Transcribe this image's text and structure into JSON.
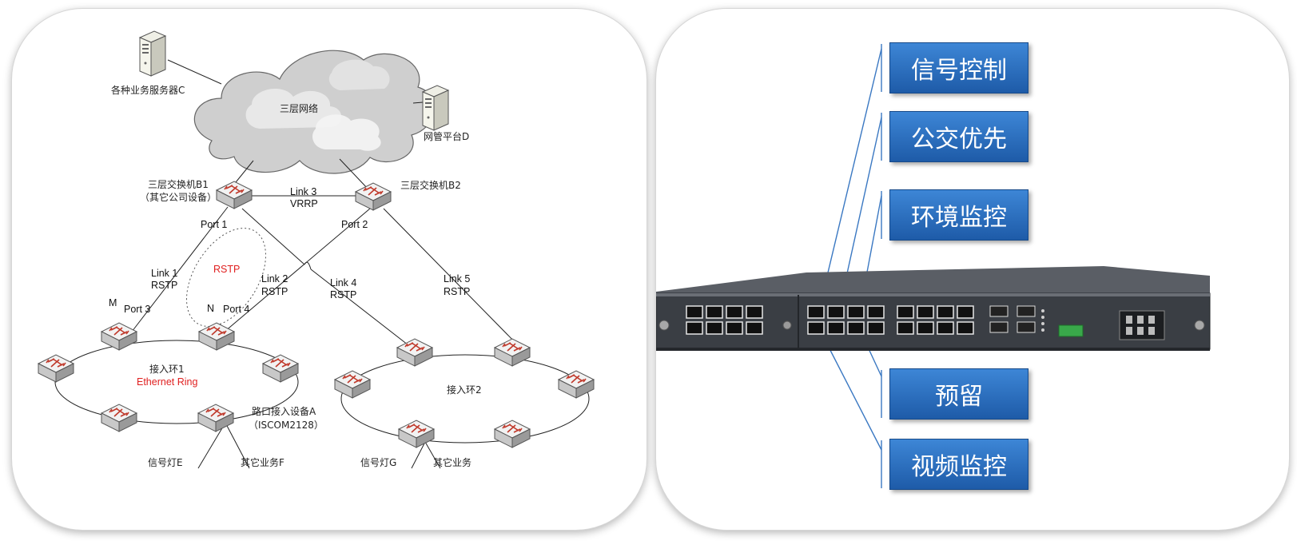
{
  "left_diagram": {
    "server_c_label": "各种业务服务器C",
    "cloud_label": "三层网络",
    "nms_d_label": "网管平台D",
    "switch_b1_label_1": "三层交换机B1",
    "switch_b1_label_2": "（其它公司设备）",
    "switch_b2_label": "三层交换机B2",
    "link3_label": "Link 3",
    "link3_proto": "VRRP",
    "port1_label": "Port 1",
    "port2_label": "Port 2",
    "rstp_label": "RSTP",
    "link1_label": "Link 1",
    "link1_proto": "RSTP",
    "link2_label": "Link 2",
    "link2_proto": "RSTP",
    "link4_label": "Link 4",
    "link4_proto": "RSTP",
    "link5_label": "Link 5",
    "link5_proto": "RSTP",
    "m_label": "M",
    "port3_label": "Port 3",
    "n_label": "N",
    "port4_label": "Port 4",
    "ring1_label": "接入环1",
    "ring1_sub": "Ethernet Ring",
    "ring2_label": "接入环2",
    "device_a_label_1": "路口接入设备A",
    "device_a_label_2": "（ISCOM2128）",
    "signal_e_label": "信号灯E",
    "other_f_label": "其它业务F",
    "signal_g_label": "信号灯G",
    "other_label": "其它业务"
  },
  "right_callouts": {
    "signal_control": "信号控制",
    "bus_priority": "公交优先",
    "env_monitor": "环境监控",
    "reserved": "预留",
    "video_monitor": "视频监控"
  },
  "colors": {
    "callout_top": "#3d86d6",
    "callout_bottom": "#1e5ba8",
    "rstp_red": "#e02020",
    "device_body": "#3a3e44"
  }
}
